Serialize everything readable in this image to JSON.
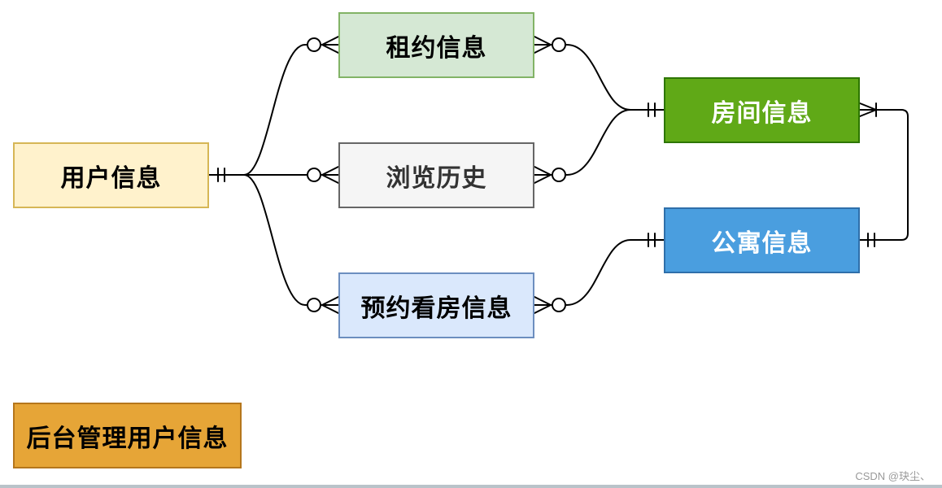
{
  "entities": {
    "user": "用户信息",
    "lease": "租约信息",
    "history": "浏览历史",
    "appointment": "预约看房信息",
    "room": "房间信息",
    "apartment": "公寓信息",
    "admin": "后台管理用户信息"
  },
  "watermark": "CSDN @玦尘、",
  "colors": {
    "user_fill": "#fff2cc",
    "lease_fill": "#d5e8d4",
    "history_fill": "#f5f5f5",
    "appointment_fill": "#dae8fc",
    "room_fill": "#60a917",
    "apartment_fill": "#4a9edf",
    "admin_fill": "#e6a537",
    "connector": "#000000"
  },
  "relationships": [
    {
      "from": "user",
      "to": "lease",
      "from_end": "one-and-only-one",
      "to_end": "zero-or-many"
    },
    {
      "from": "user",
      "to": "history",
      "from_end": "one-and-only-one",
      "to_end": "zero-or-many"
    },
    {
      "from": "user",
      "to": "appointment",
      "from_end": "one-and-only-one",
      "to_end": "zero-or-many"
    },
    {
      "from": "lease",
      "to": "room",
      "from_end": "zero-or-many",
      "to_end": "one-and-only-one"
    },
    {
      "from": "history",
      "to": "room",
      "from_end": "zero-or-many",
      "to_end": "one-and-only-one"
    },
    {
      "from": "appointment",
      "to": "apartment",
      "from_end": "zero-or-many",
      "to_end": "one-and-only-one"
    },
    {
      "from": "apartment",
      "to": "room",
      "from_end": "one-and-only-one",
      "to_end": "one-or-many"
    }
  ]
}
